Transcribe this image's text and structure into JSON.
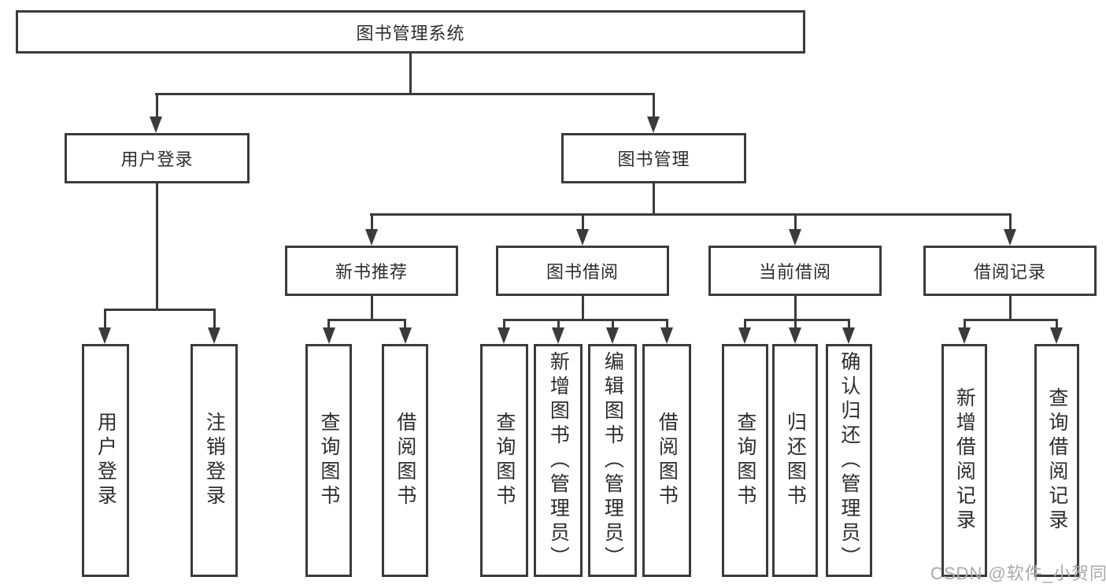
{
  "root": {
    "label": "图书管理系统"
  },
  "login": {
    "label": "用户登录",
    "children": [
      {
        "label": "用户登录"
      },
      {
        "label": "注销登录"
      }
    ]
  },
  "management": {
    "label": "图书管理",
    "sections": [
      {
        "label": "新书推荐",
        "children": [
          {
            "label": "查询图书"
          },
          {
            "label": "借阅图书"
          }
        ]
      },
      {
        "label": "图书借阅",
        "children": [
          {
            "label": "查询图书"
          },
          {
            "label": "新增图书（管理员）"
          },
          {
            "label": "编辑图书（管理员）"
          },
          {
            "label": "借阅图书"
          }
        ]
      },
      {
        "label": "当前借阅",
        "children": [
          {
            "label": "查询图书"
          },
          {
            "label": "归还图书"
          },
          {
            "label": "确认归还（管理员）"
          }
        ]
      },
      {
        "label": "借阅记录",
        "children": [
          {
            "label": "新增借阅记录"
          },
          {
            "label": "查询借阅记录"
          }
        ]
      }
    ]
  },
  "watermark": "CSDN @软件_小贺同学",
  "colors": {
    "line": "#3b3b3b",
    "text": "#2d2d2d",
    "watermark": "#a9a9a9",
    "background": "#ffffff"
  }
}
